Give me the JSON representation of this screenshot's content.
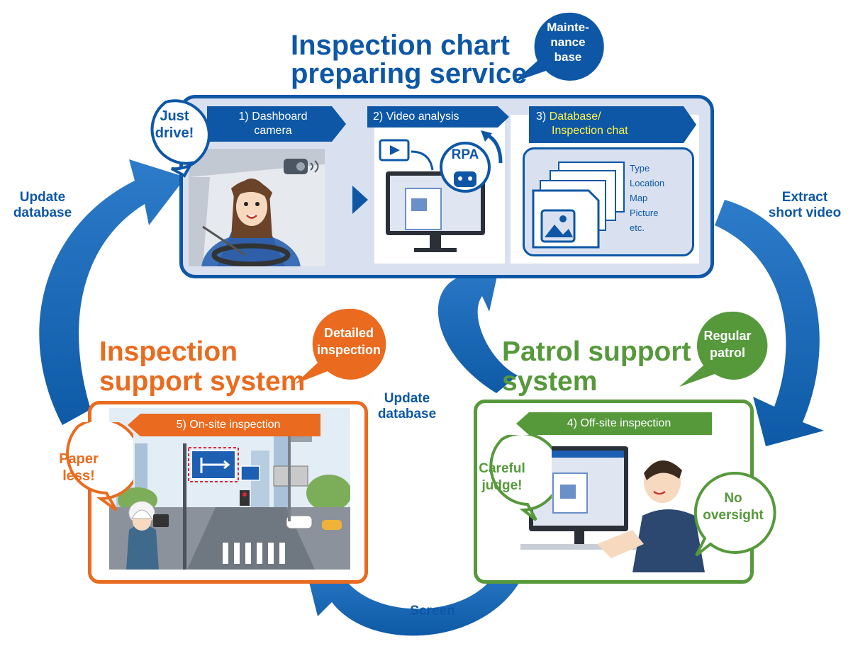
{
  "top": {
    "title_line1": "Inspection chart",
    "title_line2": "preparing service",
    "badge_line1": "Mainte-",
    "badge_line2": "nance",
    "badge_line3": "base",
    "bubble_line1": "Just",
    "bubble_line2": "drive!",
    "step1_line1": "1) Dashboard",
    "step1_line2": "camera",
    "step2": "2) Video analysis",
    "step3_prefix": "3) ",
    "step3_line1": "Database/",
    "step3_line2": "Inspection chat",
    "rpa": "RPA",
    "items": [
      "Type",
      "Location",
      "Map",
      "Picture",
      "etc."
    ]
  },
  "left": {
    "title_line1": "Inspection",
    "title_line2": "support system",
    "badge_line1": "Detailed",
    "badge_line2": "inspection",
    "step5": "5) On-site inspection",
    "bubble_line1": "Paper",
    "bubble_line2": "less!"
  },
  "right": {
    "title_line1": "Patrol support",
    "title_line2": "system",
    "badge_line1": "Regular",
    "badge_line2": "patrol",
    "step4": "4) Off-site inspection",
    "bubble1_line1": "Careful",
    "bubble1_line2": "judge!",
    "bubble2_line1": "No",
    "bubble2_line2": "oversight"
  },
  "cycle": {
    "update_left_line1": "Update",
    "update_left_line2": "database",
    "extract_line1": "Extract",
    "extract_line2": "short video",
    "update_center_line1": "Update",
    "update_center_line2": "database",
    "screen": "Screen"
  },
  "colors": {
    "blue": "#0d57a6",
    "orange": "#ea6b1f",
    "green": "#56993b",
    "highlight_yellow": "#fff24a"
  }
}
